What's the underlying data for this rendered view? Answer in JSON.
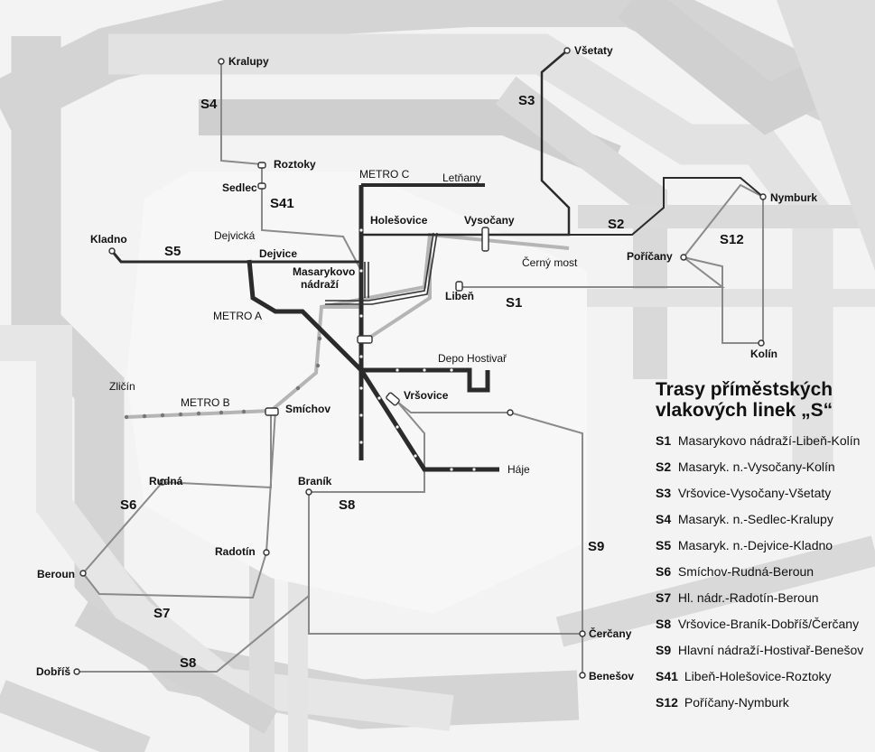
{
  "map": {
    "metro_labels": {
      "metro_c": "METRO C",
      "metro_a": "METRO A",
      "metro_b": "METRO B"
    },
    "line_labels": [
      "S4",
      "S3",
      "S41",
      "S5",
      "S2",
      "S12",
      "S1",
      "S6",
      "S8",
      "S9",
      "S7",
      "S8"
    ],
    "stations": {
      "kralupy": "Kralupy",
      "vsetaty": "Všetaty",
      "roztoky": "Roztoky",
      "sedlec": "Sedlec",
      "letnany": "Letňany",
      "holesovice": "Holešovice",
      "vysocany": "Vysočany",
      "nymburk": "Nymburk",
      "kladno": "Kladno",
      "dejvicka": "Dejvická",
      "dejvice": "Dejvice",
      "cerny_most": "Černý most",
      "poricany": "Poříčany",
      "masarykovo": "Masarykovo",
      "nadrazi": "nádraží",
      "liben": "Libeň",
      "kolin": "Kolín",
      "depo_hostivar": "Depo Hostivař",
      "zlicin": "Zličín",
      "smichov": "Smíchov",
      "vrsovice": "Vršovice",
      "haje": "Háje",
      "rudna": "Rudná",
      "branik": "Braník",
      "radotin": "Radotín",
      "beroun": "Beroun",
      "cercany": "Čerčany",
      "dobris": "Dobříš",
      "benesov": "Benešov"
    },
    "colors": {
      "background_band": "#d4d4d4",
      "light_band": "#e9e9e9",
      "dark_line": "#2b2b2b",
      "mid_line": "#8a8a8a",
      "light_line": "#b8b8b8"
    }
  },
  "legend": {
    "title_line1": "Trasy příměstských",
    "title_line2": "vlakových linek „S“",
    "items": [
      {
        "code": "S1",
        "route": "Masarykovo nádraží-Libeň-Kolín"
      },
      {
        "code": "S2",
        "route": "Masaryk. n.-Vysočany-Kolín"
      },
      {
        "code": "S3",
        "route": "Vršovice-Vysočany-Všetaty"
      },
      {
        "code": "S4",
        "route": "Masaryk. n.-Sedlec-Kralupy"
      },
      {
        "code": "S5",
        "route": "Masaryk. n.-Dejvice-Kladno"
      },
      {
        "code": "S6",
        "route": "Smíchov-Rudná-Beroun"
      },
      {
        "code": "S7",
        "route": "Hl. nádr.-Radotín-Beroun"
      },
      {
        "code": "S8",
        "route": "Vršovice-Braník-Dobříš/Čerčany"
      },
      {
        "code": "S9",
        "route": "Hlavní nádraží-Hostivař-Benešov"
      },
      {
        "code": "S41",
        "route": "Libeň-Holešovice-Roztoky"
      },
      {
        "code": "S12",
        "route": "Poříčany-Nymburk"
      }
    ]
  }
}
